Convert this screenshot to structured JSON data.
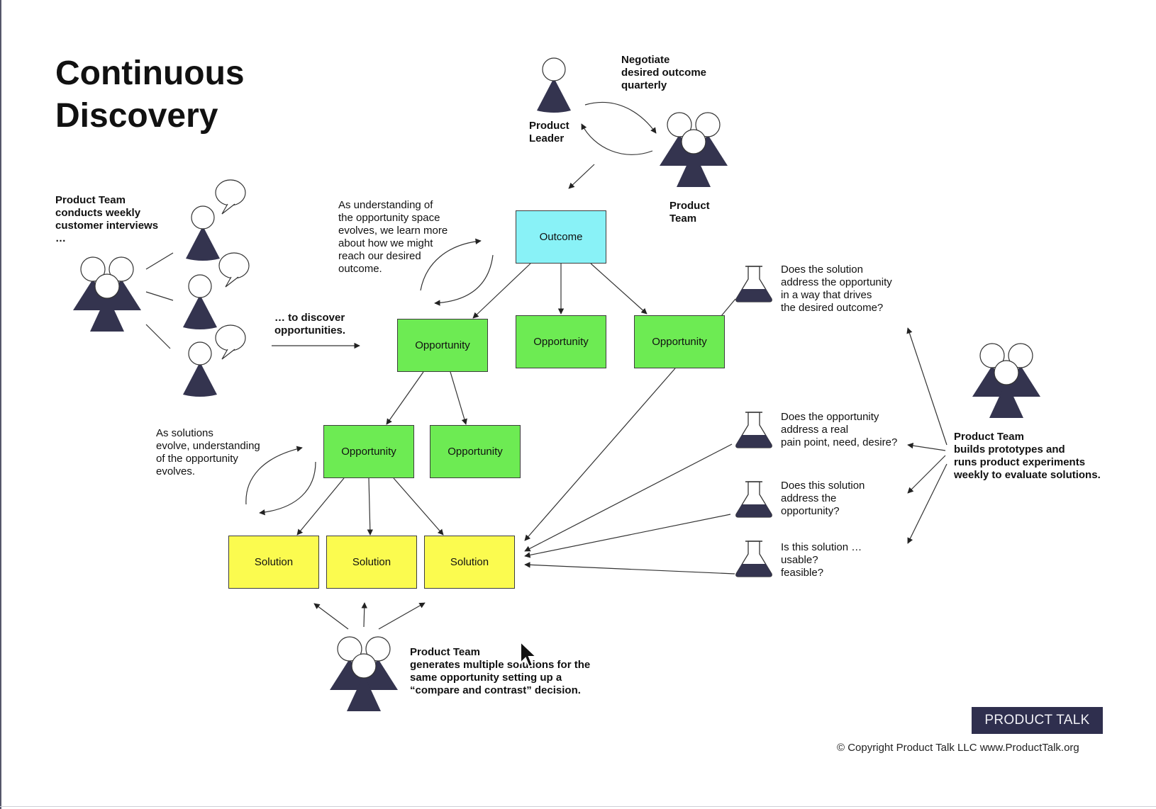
{
  "title": {
    "line1": "Continuous",
    "line2": "Discovery"
  },
  "notes": {
    "negotiate": [
      "Negotiate",
      "desired outcome",
      "quarterly"
    ],
    "product_leader": [
      "Product",
      "Leader"
    ],
    "product_team_top": [
      "Product",
      "Team"
    ],
    "interviews": [
      "Product Team",
      "conducts weekly",
      "customer interviews",
      "…"
    ],
    "discover": [
      "… to discover",
      "opportunities."
    ],
    "understanding": [
      "As understanding of",
      "the opportunity space",
      "evolves, we learn more",
      "about how we might",
      "reach our desired",
      "outcome."
    ],
    "solutions_evolve": [
      "As solutions",
      "evolve, understanding",
      "of the opportunity",
      "evolves."
    ],
    "generates": [
      "Product Team",
      "generates multiple solutions for the",
      "same opportunity setting up a",
      "“compare and contrast” decision."
    ],
    "q1": [
      "Does the solution",
      "address the opportunity",
      "in a way that drives",
      "the desired outcome?"
    ],
    "q2": [
      "Does the opportunity",
      "address a real",
      "pain point, need, desire?"
    ],
    "q3": [
      "Does this solution",
      "address the",
      "opportunity?"
    ],
    "q4": [
      "Is this solution …",
      "usable?",
      "feasible?"
    ],
    "experiments": [
      "Product Team",
      "builds prototypes and",
      "runs product experiments",
      "weekly to evaluate solutions."
    ]
  },
  "boxes": {
    "outcome": "Outcome",
    "opportunity": "Opportunity",
    "solution": "Solution"
  },
  "colors": {
    "outcome": "#89f2f7",
    "opportunity": "#6deb53",
    "solution": "#fbfb4f",
    "person": "#34344f",
    "badge": "#2f2f4e"
  },
  "icons": [
    "person-icon",
    "team-icon",
    "speech-bubble-icon",
    "flask-icon",
    "cursor-icon"
  ],
  "badge": "PRODUCT TALK",
  "copyright": "© Copyright Product Talk LLC www.ProductTalk.org"
}
